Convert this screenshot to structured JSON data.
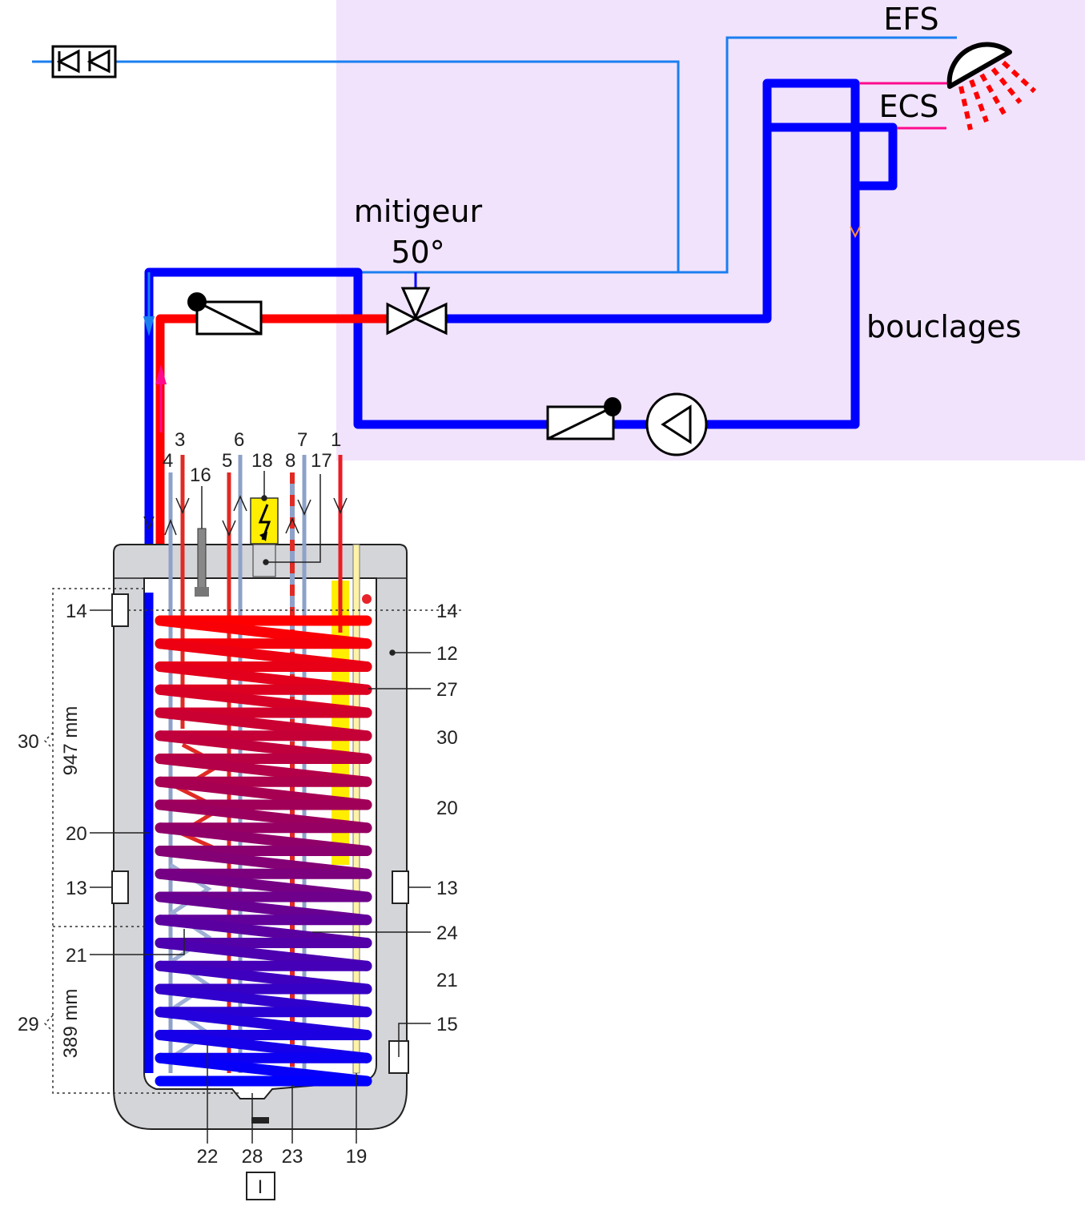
{
  "diagram": {
    "type": "plumbing-schematic",
    "labels": {
      "cold_water_out": "EFS",
      "hot_water_out": "ECS",
      "mixer_title": "mitigeur",
      "mixer_temp": "50°",
      "loop": "bouclages"
    },
    "tank": {
      "top_connections": [
        "1",
        "3",
        "4",
        "5",
        "6",
        "7",
        "8",
        "16",
        "17",
        "18"
      ],
      "left_labels": [
        "14",
        "20",
        "13",
        "21"
      ],
      "right_labels": [
        "14",
        "12",
        "27",
        "30",
        "20",
        "13",
        "24",
        "21",
        "15"
      ],
      "bottom_labels": [
        "22",
        "28",
        "23",
        "19"
      ],
      "dimension_upper": {
        "ref": "30",
        "value": "947 mm"
      },
      "dimension_lower": {
        "ref": "29",
        "value": "389 mm"
      },
      "view_tag": "I"
    },
    "colors": {
      "overlay": "#f1e3fc",
      "cold_line": "#1a7ff0",
      "blue_pipe": "#0000ff",
      "red_pipe": "#ff0000",
      "ecs_line": "#ff0a8c",
      "tank_shell": "#d4d5d8",
      "coil_hot": "#ff0000",
      "coil_cold": "#0000ff",
      "heater_box": "#ffee00"
    }
  }
}
